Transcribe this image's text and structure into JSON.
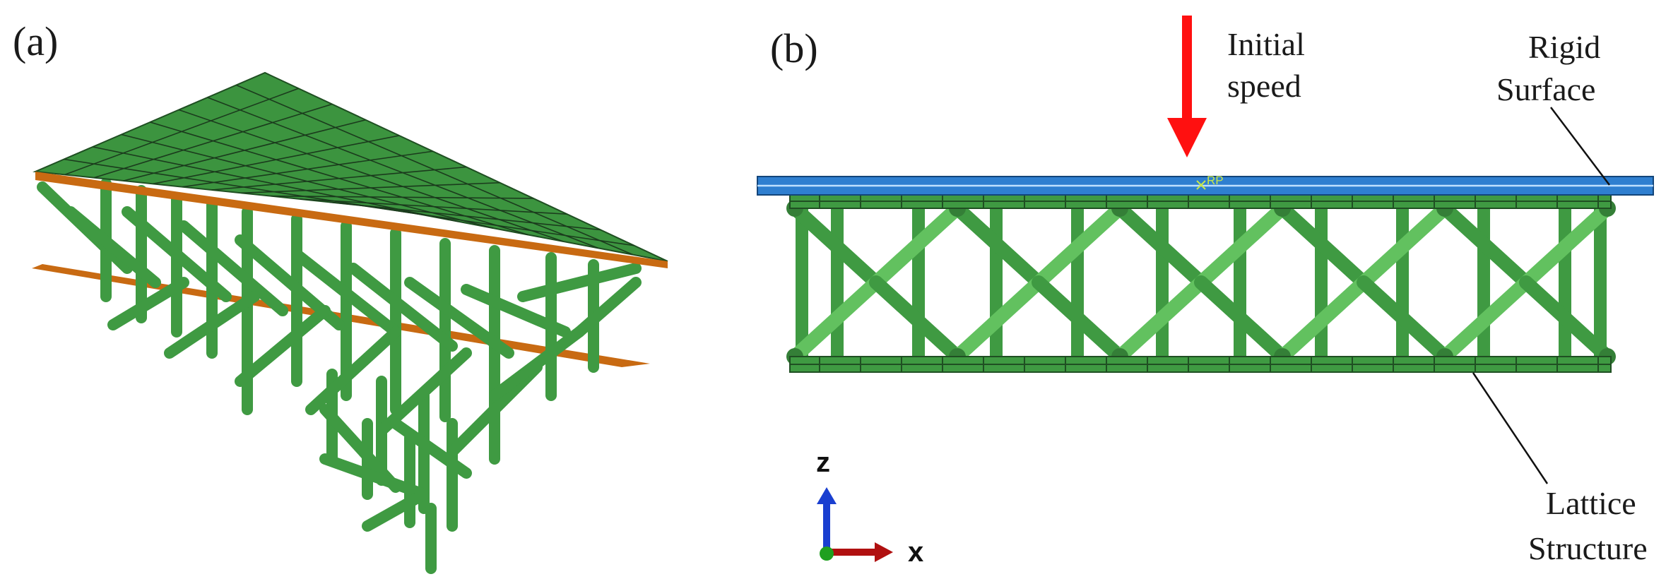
{
  "panels": {
    "a": {
      "label": "(a)"
    },
    "b": {
      "label": "(b)"
    }
  },
  "annotations": {
    "initial_speed_line1": "Initial",
    "initial_speed_line2": "speed",
    "rigid_surface_line1": "Rigid",
    "rigid_surface_line2": "Surface",
    "lattice_line1": "Lattice",
    "lattice_line2": "Structure",
    "reference_point": "RP"
  },
  "axes": {
    "z": "z",
    "x": "x"
  },
  "colors": {
    "lattice_green": "#3f9a42",
    "lattice_dark": "#2f7a33",
    "lattice_light": "#62c15f",
    "plate_green": "#3c943f",
    "plate_orange": "#c86a12",
    "rigid_blue": "#2f7fd0",
    "arrow_red": "#ff1010",
    "axis_blue": "#1a3fd0",
    "axis_red": "#b01010",
    "axis_green": "#1fa01f"
  }
}
